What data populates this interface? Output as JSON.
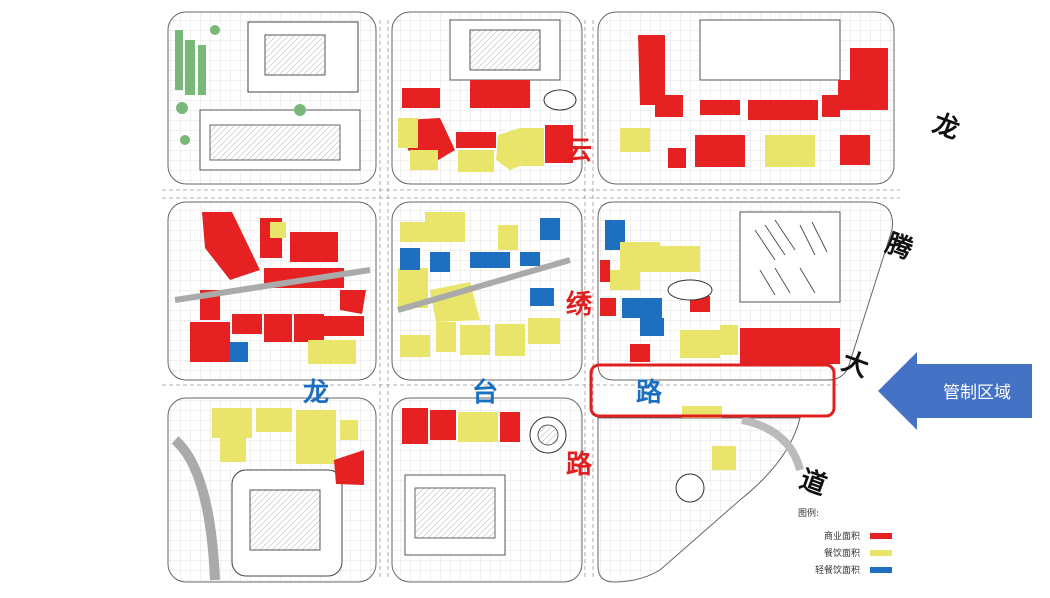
{
  "roads": {
    "yunxiu_1": "云",
    "yunxiu_2": "绣",
    "yunxiu_3": "路",
    "longtai_1": "龙",
    "longtai_2": "台",
    "longtai_3": "路",
    "longteng_1": "龙",
    "longteng_2": "腾",
    "longteng_3": "大",
    "longteng_4": "道"
  },
  "arrow": {
    "label": "管制区域",
    "color": "#4472c4"
  },
  "legend": {
    "title": "图例:",
    "items": [
      {
        "label": "商业面积",
        "color": "#e52121"
      },
      {
        "label": "餐饮面积",
        "color": "#e8e56a"
      },
      {
        "label": "轻餐饮面积",
        "color": "#1e6fc0"
      }
    ]
  },
  "colors": {
    "commercial": "#e52121",
    "dining": "#e8e56a",
    "light_dining": "#1e6fc0",
    "green": "#7ab87a",
    "highlight": "#e02020"
  }
}
